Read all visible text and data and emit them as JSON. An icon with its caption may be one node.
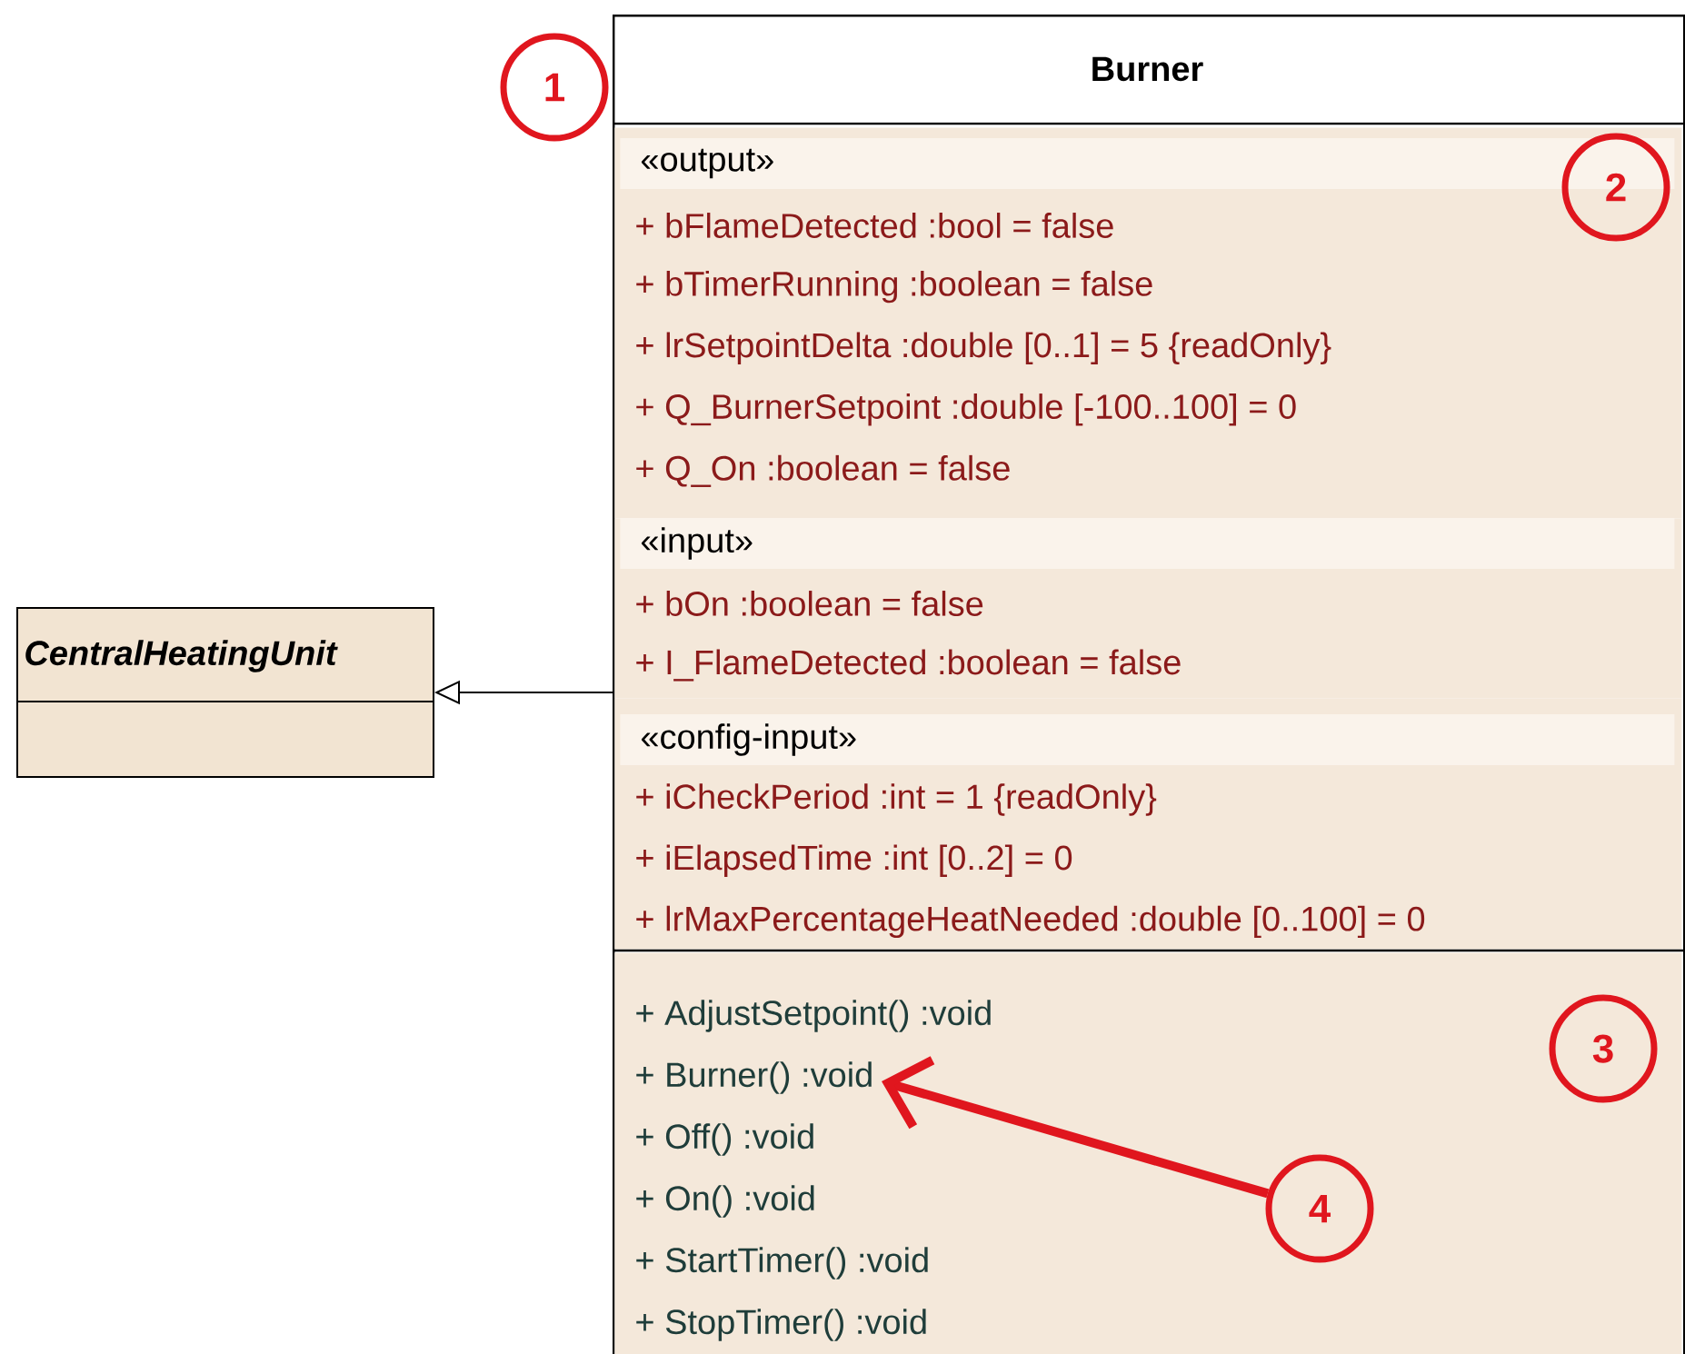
{
  "diagram": {
    "nodes": [
      {
        "text": [
          "Burner"
        ]
      },
      {
        "text": [
          "«output»",
          "+ bFlameDetected :bool = false",
          "+ bTimerRunning :boolean = false",
          "+ lrSetpointDelta :double [0..1] = 5 {readOnly}",
          "+ Q_BurnerSetpoint :double [-100..100] = 0",
          "+ Q_On :boolean = false"
        ],
        "in": 0
      },
      {
        "text": [
          "«input»",
          "+ bOn :boolean = false",
          "+ I_FlameDetected :boolean = false"
        ],
        "in": 0
      },
      {
        "text": [
          "«config-input»",
          "+ iCheckPeriod :int = 1 {readOnly}",
          "+ iElapsedTime :int [0..2] = 0",
          "+ lrMaxPercentageHeatNeeded :double [0..100] = 0"
        ],
        "in": 0
      },
      {
        "text": [
          "+ AdjustSetpoint() :void",
          "+ Burner() :void",
          "+ Off() :void",
          "+ On() :void",
          "+ StartTimer() :void",
          "+ StopTimer() :void"
        ],
        "in": 0
      },
      {
        "text": [
          "CentralHeatingUnit"
        ]
      },
      {
        "text": [
          "1"
        ]
      },
      {
        "text": [
          "2"
        ],
        "in": 1
      },
      {
        "text": [
          "3"
        ],
        "in": 4
      },
      {
        "text": [
          "4"
        ],
        "in": 4
      }
    ],
    "edges": [
      {
        "from": 0,
        "to": 5,
        "arrow": "to"
      },
      {
        "from": 9,
        "to": 4,
        "arrow": "to",
        "style": "thick",
        "color": "#e0161e"
      }
    ]
  }
}
